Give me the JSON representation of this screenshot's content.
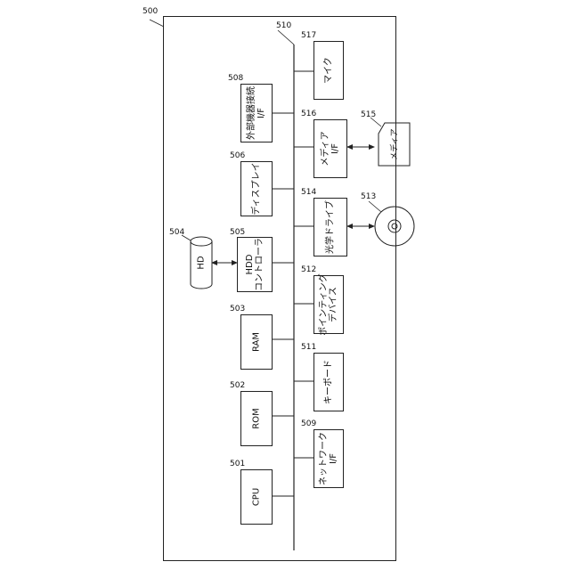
{
  "diagram": {
    "system_ref": "500",
    "bus_ref": "510",
    "hd_label": "HD",
    "hd_ref": "504",
    "disc_ref": "513",
    "media_label": "メディア",
    "media_ref": "515",
    "blocks_top": [
      {
        "id": "cpu",
        "ref": "501",
        "lines": [
          "CPU"
        ]
      },
      {
        "id": "rom",
        "ref": "502",
        "lines": [
          "ROM"
        ]
      },
      {
        "id": "ram",
        "ref": "503",
        "lines": [
          "RAM"
        ]
      },
      {
        "id": "hdd",
        "ref": "505",
        "lines": [
          "HDD",
          "コントローラ"
        ]
      },
      {
        "id": "display",
        "ref": "506",
        "lines": [
          "ディスプレイ"
        ]
      },
      {
        "id": "extif",
        "ref": "508",
        "lines": [
          "外部機器接続",
          "I/F"
        ]
      }
    ],
    "blocks_bottom": [
      {
        "id": "netif",
        "ref": "509",
        "lines": [
          "ネットワーク",
          "I/F"
        ]
      },
      {
        "id": "keyboard",
        "ref": "511",
        "lines": [
          "キーボード"
        ]
      },
      {
        "id": "pointing",
        "ref": "512",
        "lines": [
          "ポインティング",
          "デバイス"
        ]
      },
      {
        "id": "optical",
        "ref": "514",
        "lines": [
          "光学ドライブ"
        ]
      },
      {
        "id": "mediaif",
        "ref": "516",
        "lines": [
          "メディア",
          "I/F"
        ]
      },
      {
        "id": "mic",
        "ref": "517",
        "lines": [
          "マイク"
        ]
      }
    ]
  }
}
